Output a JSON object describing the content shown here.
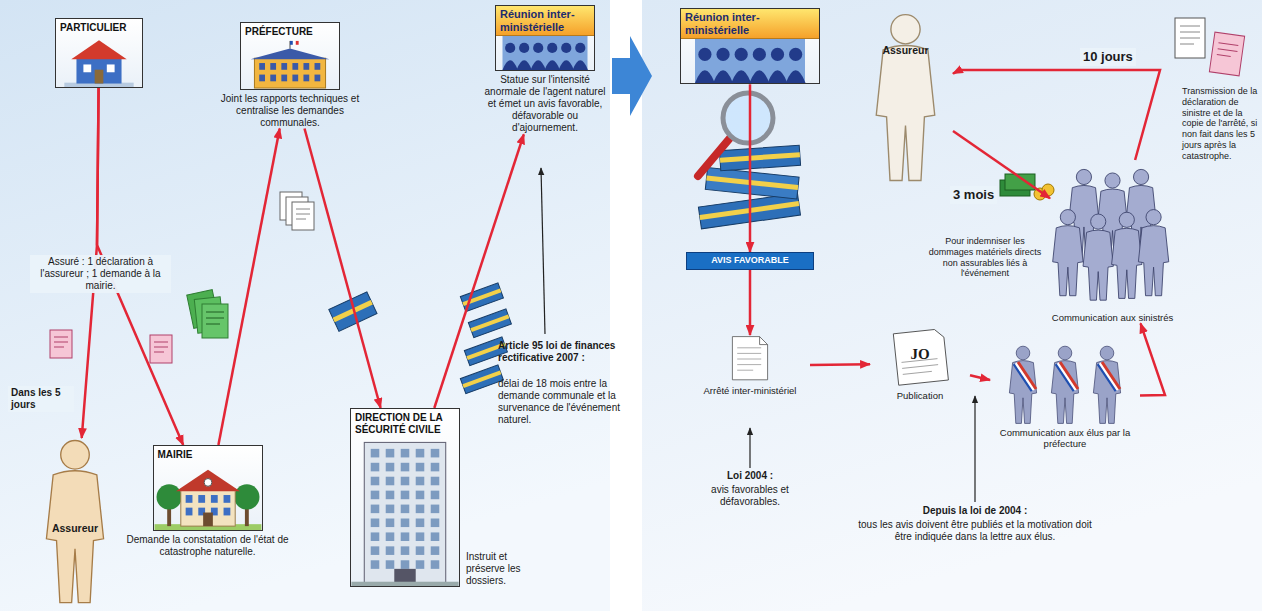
{
  "diagram": {
    "nodes": [
      {
        "text": [
          "PARTICULIER"
        ]
      },
      {
        "text": [
          "PRÉFECTURE",
          "Joint les rapports techniques et centralise les demandes communales."
        ]
      },
      {
        "text": [
          "Réunion inter-ministérielle",
          "Statue sur l'intensité anormale de l'agent naturel et émet un avis favorable, défavorable ou d'ajournement."
        ]
      },
      {
        "text": [
          "Assureur"
        ]
      },
      {
        "text": [
          "MAIRIE",
          "Demande la constatation de l'état de catastrophe naturelle."
        ]
      },
      {
        "text": [
          "DIRECTION DE LA SÉCURITÉ CIVILE",
          "Instruit et préserve les dossiers."
        ]
      },
      {
        "text": [
          "Réunion inter-ministérielle"
        ]
      },
      {
        "text": [
          "AVIS FAVORABLE"
        ]
      },
      {
        "text": [
          "Arrêté inter-ministériel"
        ]
      },
      {
        "text": [
          "JO",
          "Publication"
        ]
      },
      {
        "text": [
          "Communication aux élus par la préfecture"
        ]
      },
      {
        "text": [
          "Communication aux sinistrés"
        ]
      },
      {
        "text": [
          "Assureur"
        ]
      }
    ],
    "edges": [
      {
        "from": 0,
        "to": 3,
        "arrow": "to",
        "label": "Dans les 5 jours"
      },
      {
        "from": 0,
        "to": 4,
        "arrow": "to"
      },
      {
        "from": 4,
        "to": 1,
        "arrow": "to"
      },
      {
        "from": 1,
        "to": 5,
        "arrow": "to"
      },
      {
        "from": 5,
        "to": 2,
        "arrow": "to"
      },
      {
        "from": 6,
        "to": 7,
        "arrow": "to"
      },
      {
        "from": 7,
        "to": 8,
        "arrow": "to"
      },
      {
        "from": 8,
        "to": 9,
        "arrow": "to"
      },
      {
        "from": 9,
        "to": 10,
        "arrow": "to"
      },
      {
        "from": 10,
        "to": 11,
        "arrow": "to"
      },
      {
        "from": 11,
        "to": 12,
        "arrow": "to",
        "label": "10 jours"
      },
      {
        "from": 12,
        "to": 11,
        "arrow": "to",
        "label": "3 mois"
      }
    ],
    "labels": [
      "Assuré : 1 déclaration à l'assureur ; 1 demande à la mairie.",
      "Article 95 loi de finances rectificative 2007 :",
      "délai de 18 mois entre la demande communale et la survenance de l'événement naturel.",
      "Pour indemniser les dommages matériels directs non assurables liés à l'événement",
      "Transmission de la déclaration de sinistre et de la copie de l'arrêté, si non fait dans les 5 jours après la catastrophe.",
      "Loi 2004 :",
      "avis favorables et défavorables.",
      "Depuis la loi de 2004 :",
      "tous les avis doivent être publiés et la motivation doit être indiquée dans la lettre aux élus."
    ]
  }
}
